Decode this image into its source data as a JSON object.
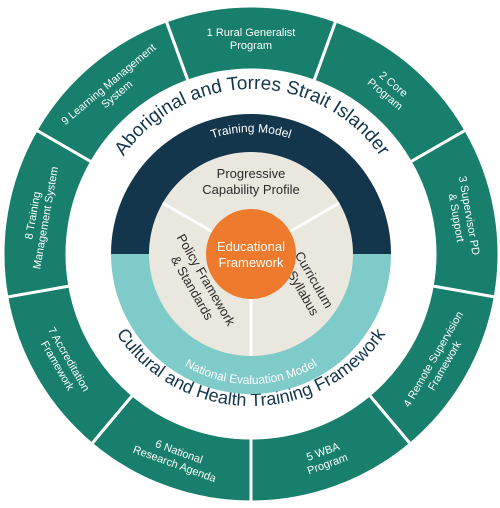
{
  "colors": {
    "outer_segment": "#177f6b",
    "white_ring": "#ffffff",
    "training_model": "#14364c",
    "evaluation_model": "#7fcbc9",
    "inner_light": "#e9e7de",
    "center": "#ee7b2d",
    "divider": "#ffffff",
    "arc_text": "#14364c"
  },
  "center": {
    "line1": "Educational",
    "line2": "Framework"
  },
  "inner_sectors": [
    {
      "line1": "Progressive",
      "line2": "Capability Profile"
    },
    {
      "line1": "Curriculum",
      "line2": "& Syllabus"
    },
    {
      "line1": "Policy Framework",
      "line2": "& Standards"
    }
  ],
  "models": {
    "top": "Training Model",
    "bottom": "National Evaluation Model"
  },
  "frameworks": {
    "top": "Aboriginal and Torres Strait Islander",
    "bottom": "Cultural and Health Training Framework"
  },
  "segments": [
    {
      "line1": "1 Rural Generalist",
      "line2": "Program"
    },
    {
      "line1": "2 Core",
      "line2": "Program"
    },
    {
      "line1": "3 Supervisor PD",
      "line2": "& Support"
    },
    {
      "line1": "4 Remote Supervision",
      "line2": "Framework"
    },
    {
      "line1": "5 WBA",
      "line2": "Program"
    },
    {
      "line1": "6 National",
      "line2": "Research Agenda"
    },
    {
      "line1": "7 Accreditation",
      "line2": "Framework"
    },
    {
      "line1": "8 Training",
      "line2": "Management System"
    },
    {
      "line1": "9 Learning Management",
      "line2": "System"
    }
  ]
}
